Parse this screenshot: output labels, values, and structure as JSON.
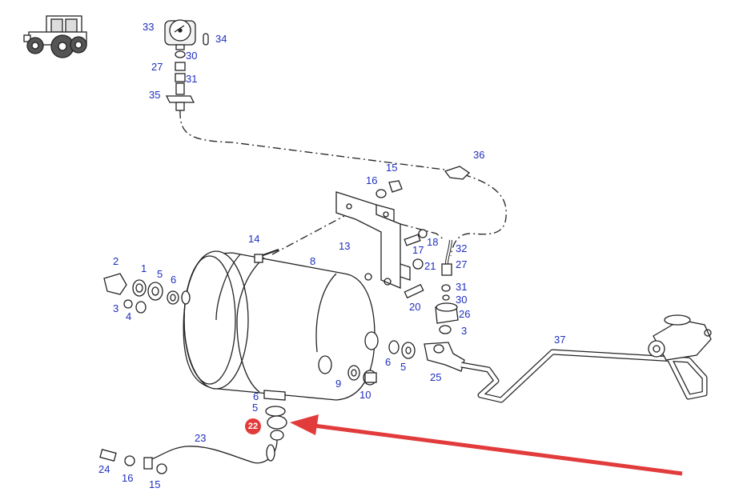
{
  "diagram": {
    "highlighted_part": "22",
    "accent_color": "#e23b3b",
    "label_color": "#1f2fbf",
    "callouts": {
      "c33": "33",
      "c34": "34",
      "c30a": "30",
      "c27a": "27",
      "c31a": "31",
      "c35": "35",
      "c36": "36",
      "c15a": "15",
      "c16a": "16",
      "c14": "14",
      "c13": "13",
      "c8": "8",
      "c18": "18",
      "c17": "17",
      "c32": "32",
      "c21": "21",
      "c27b": "27",
      "c2": "2",
      "c1": "1",
      "c5a": "5",
      "c6a": "6",
      "c3a": "3",
      "c4": "4",
      "c31b": "31",
      "c30b": "30",
      "c20": "20",
      "c26": "26",
      "c3b": "3",
      "c37": "37",
      "c6b": "6",
      "c5b": "5",
      "c25": "25",
      "c9": "9",
      "c10": "10",
      "c6c": "6",
      "c5c": "5",
      "c23": "23",
      "c24": "24",
      "c16b": "16",
      "c15b": "15"
    }
  }
}
